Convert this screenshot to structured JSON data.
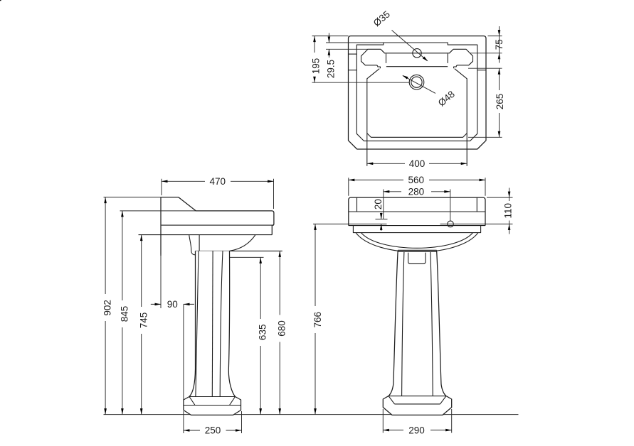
{
  "document": {
    "type": "technical-dimension-drawing",
    "subject": "pedestal basin (washbasin with pedestal), three orthographic views",
    "units": "mm",
    "background_color": "#ffffff",
    "ink_color": "#1d1d1d"
  },
  "views": {
    "plan": {
      "title": "plan-view-basin-top",
      "labels": {
        "tap_hole_diameter": "Ø35",
        "waste_hole_diameter": "Ø48",
        "back_edge_to_waste_centre": "195",
        "rim_step_depth": "29.5",
        "back_edge_to_deck_front": "75",
        "waste_centre_to_front_edge": "265",
        "bowl_width": "400"
      }
    },
    "side": {
      "title": "side-elevation-basin-and-pedestal",
      "labels": {
        "overall_depth": "470",
        "overall_height": "902",
        "height_to_rim_top": "845",
        "height_to_basin_underside": "745",
        "basin_back_to_pedestal_clearance": "90",
        "height_to_pedestal_shelf": "635",
        "height_to_pedestal_top": "680",
        "pedestal_base_depth": "250"
      }
    },
    "front": {
      "title": "front-elevation-basin-and-pedestal",
      "labels": {
        "overall_width": "560",
        "tap_hole_centres": "280",
        "tap_deck_offset": "20",
        "rim_face_height": "110",
        "height_to_rim_underside": "766",
        "pedestal_base_width": "290"
      }
    }
  }
}
